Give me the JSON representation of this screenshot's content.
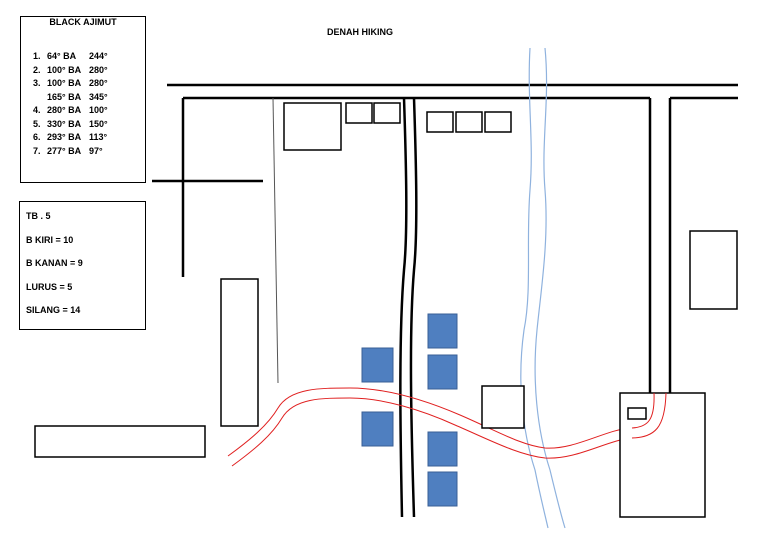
{
  "map_title": "DENAH HIKING",
  "azimuth": {
    "title": "BLACK  AJIMUT",
    "rows": [
      {
        "num": "1.",
        "azimuth": "64° BA",
        "back_azimuth": "244°"
      },
      {
        "num": "2.",
        "azimuth": "100° BA",
        "back_azimuth": "280°"
      },
      {
        "num": "3.",
        "azimuth": "100° BA",
        "back_azimuth": "280°"
      },
      {
        "num": "",
        "azimuth": "165° BA",
        "back_azimuth": "345°"
      },
      {
        "num": "4.",
        "azimuth": "280° BA",
        "back_azimuth": "100°"
      },
      {
        "num": "5.",
        "azimuth": "330° BA",
        "back_azimuth": "150°"
      },
      {
        "num": "6.",
        "azimuth": "293° BA",
        "back_azimuth": "113°"
      },
      {
        "num": "7.",
        "azimuth": "277° BA",
        "back_azimuth": "97°"
      }
    ]
  },
  "stats": {
    "tb": "TB . 5",
    "b_kiri": "B KIRI = 10",
    "b_kanan": "B KANAN = 9",
    "lurus": "LURUS = 5",
    "silang": "SILANG = 14"
  },
  "colors": {
    "route": "#e02020",
    "river": "#8fb2de",
    "blue_building": "#4f7fc0",
    "blue_building_border": "#3a5f96",
    "line": "#000000"
  }
}
